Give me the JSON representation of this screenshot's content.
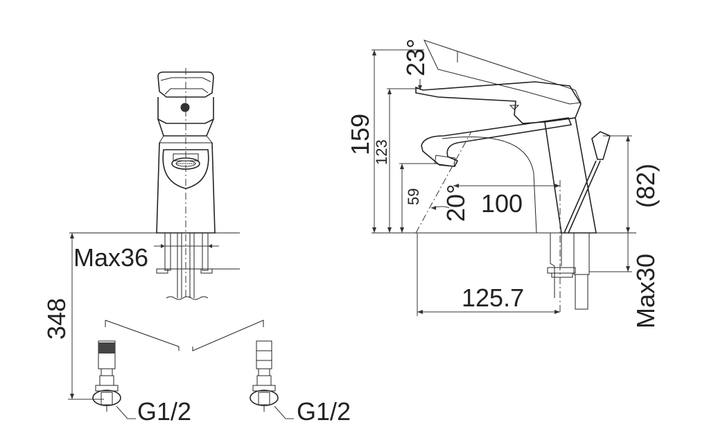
{
  "labels": {
    "dim_max36": "Max36",
    "dim_348": "348",
    "thread_left": "G1/2",
    "thread_right": "G1/2",
    "dim_159": "159",
    "dim_123": "123",
    "dim_59": "59",
    "angle_23": "23°",
    "angle_20": "20°",
    "dim_100": "100",
    "dim_82": "(82)",
    "dim_max30": "Max30",
    "dim_125_7": "125.7"
  }
}
